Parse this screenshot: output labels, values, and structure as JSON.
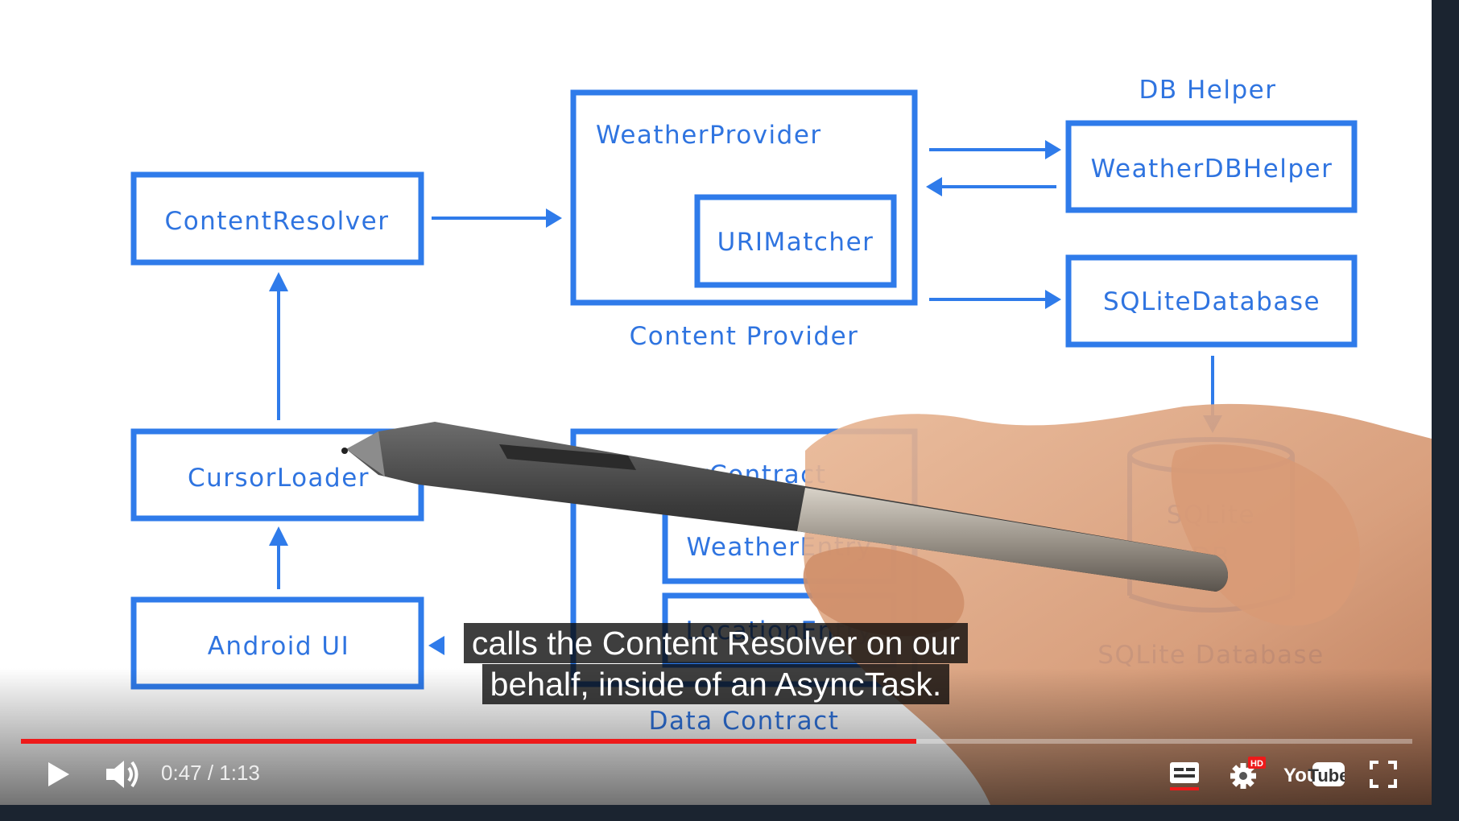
{
  "diagram": {
    "content_resolver": "ContentResolver",
    "weather_provider": "WeatherProvider",
    "uri_matcher": "URIMatcher",
    "content_provider_label": "Content Provider",
    "db_helper_label": "DB Helper",
    "weather_db_helper": "WeatherDBHelper",
    "sqlite_database": "SQLiteDatabase",
    "cursor_loader": "CursorLoader",
    "weather_contract": "WeatherContract",
    "weather_entry": "WeatherEntry",
    "location_entry": "LocationEntry",
    "data_contract_label": "Data Contract",
    "android_ui": "Android UI",
    "sqlite_db_line1": "SQLite",
    "sqlite_db_line2": "DB",
    "sqlite_database_label": "SQLite Database",
    "accent_color": "#2f7bea"
  },
  "captions": {
    "line1": "calls the Content Resolver on our",
    "line2": "behalf, inside of an AsyncTask."
  },
  "player": {
    "current_time": "0:47",
    "separator": " / ",
    "duration": "1:13",
    "progress_fraction": 0.6438,
    "progress_color": "#ee1a1a",
    "hd_badge": "HD",
    "logo_you": "You",
    "logo_tube": "Tube",
    "icons": [
      "play-icon",
      "volume-icon",
      "subtitles-icon",
      "settings-icon",
      "youtube-logo",
      "fullscreen-icon"
    ]
  }
}
